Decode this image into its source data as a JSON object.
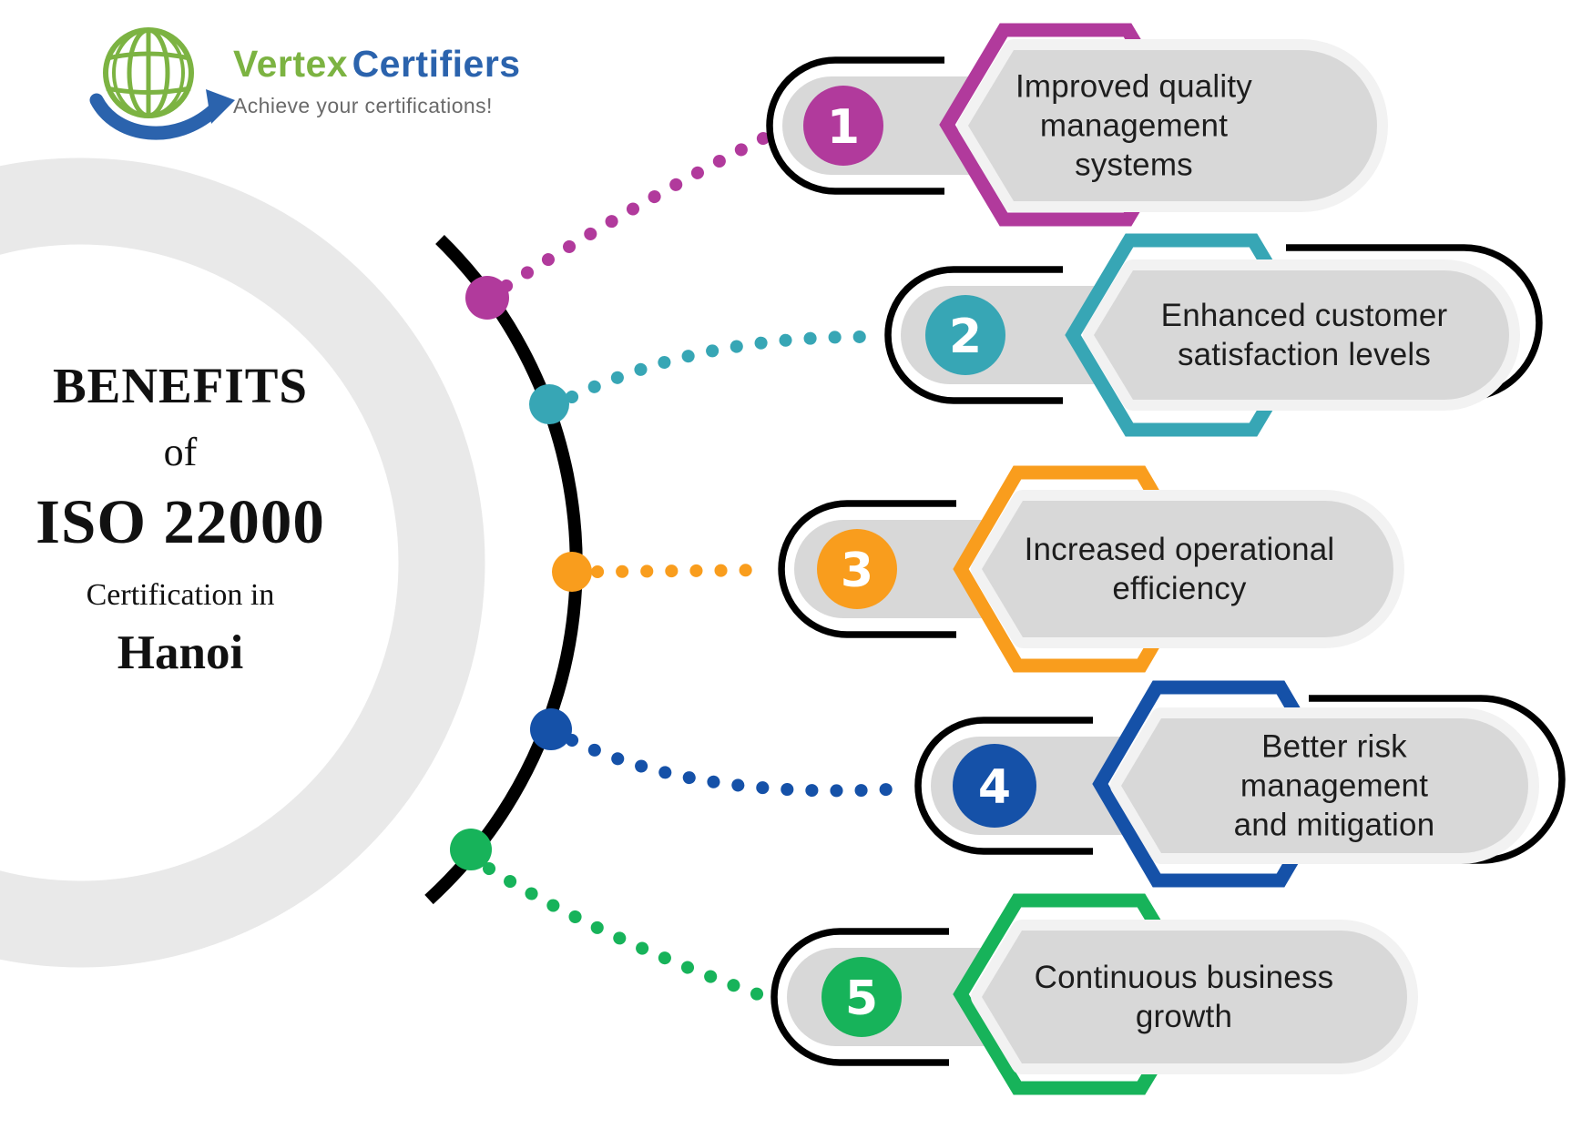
{
  "logo": {
    "brand_primary": "Vertex",
    "brand_secondary": "Certifiers",
    "tagline": "Achieve your certifications!"
  },
  "title": {
    "heading": "BENEFITS",
    "connector": "of",
    "standard": "ISO 22000",
    "subtitle": "Certification in",
    "city": "Hanoi"
  },
  "items": [
    {
      "number": "1",
      "label": "Improved quality\nmanagement\nsystems",
      "color": "#b13a9c"
    },
    {
      "number": "2",
      "label": "Enhanced customer\nsatisfaction levels",
      "color": "#37a6b5"
    },
    {
      "number": "3",
      "label": "Increased operational\nefficiency",
      "color": "#f99d1d"
    },
    {
      "number": "4",
      "label": "Better risk management\nand mitigation",
      "color": "#1551a8"
    },
    {
      "number": "5",
      "label": "Continuous  business\ngrowth",
      "color": "#17b35a"
    }
  ],
  "colors": {
    "arc": "#000000",
    "outline": "#000000",
    "pill": "#d8d8d8",
    "halo": "#f2f2f2",
    "ring": "#e9e9e9",
    "text": "#1d1d1d",
    "logo_green": "#7cb342",
    "logo_blue": "#2b63ad",
    "tagline_gray": "#6a6a6a"
  }
}
